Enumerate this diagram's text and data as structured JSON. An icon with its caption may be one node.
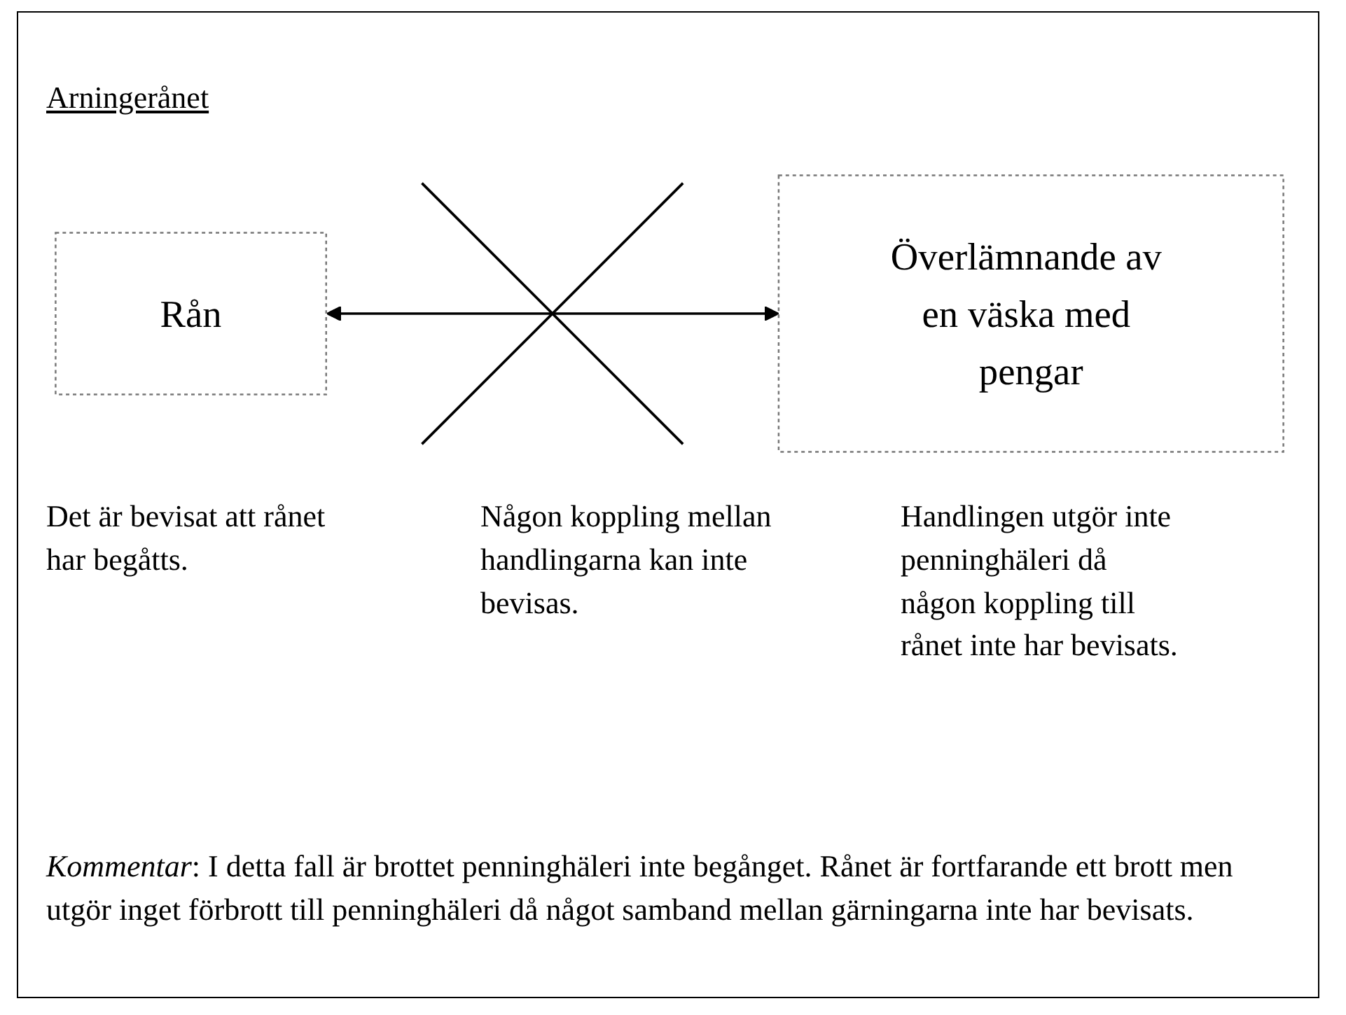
{
  "diagram": {
    "title": "Arningerånet",
    "nodes": [
      {
        "text": [
          "Rån"
        ],
        "beside": [
          "Det är bevisat att rånet har begåtts."
        ]
      },
      {
        "text": [
          "Överlämnande av en väska med pengar"
        ],
        "beside": [
          "Handlingen utgör inte penninghäleri då någon koppling till rånet inte har bevisats."
        ]
      }
    ],
    "edges": [
      {
        "from": 0,
        "to": 1,
        "arrow": "both"
      }
    ],
    "labels": [
      "Någon koppling mellan handlingarna kan inte bevisas.",
      "*Kommentar*: I detta fall är brottet penninghäleri inte begånget. Rånet är fortfarande ett brott men utgör inget förbrott till penninghäleri då något samband mellan gärningarna inte har bevisats."
    ]
  }
}
